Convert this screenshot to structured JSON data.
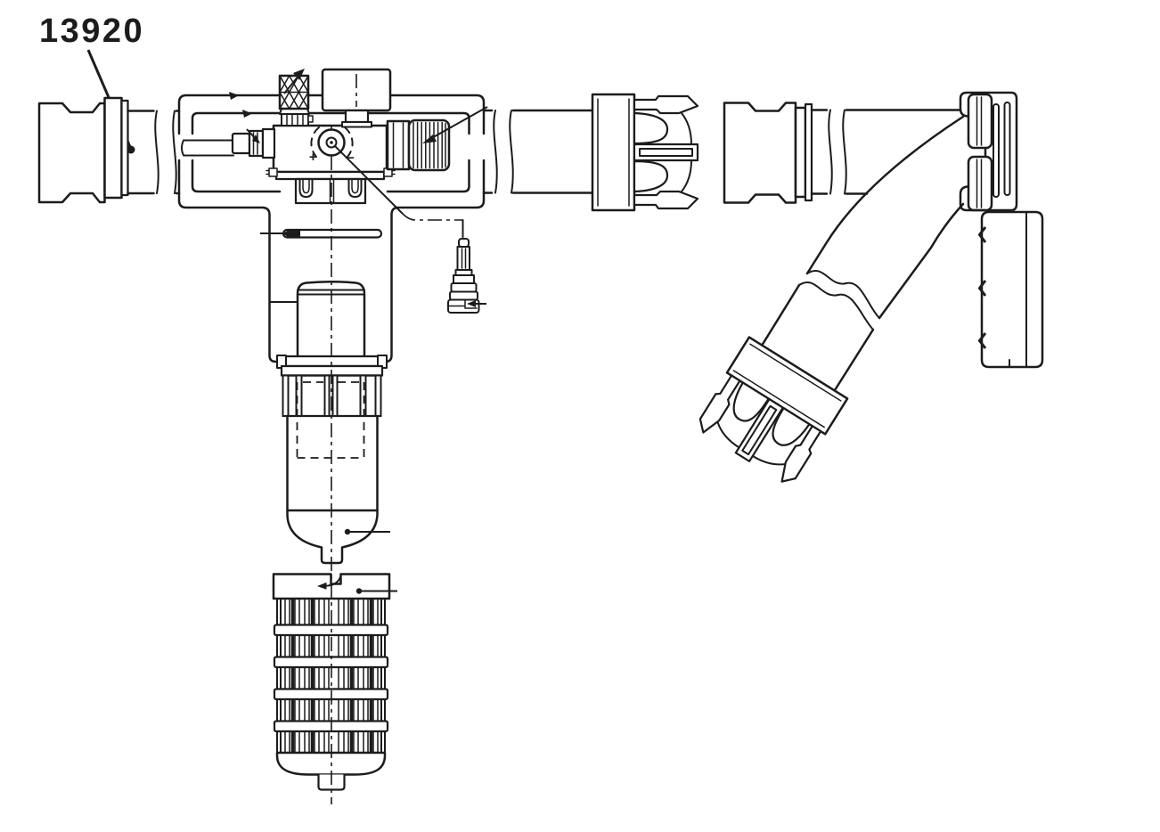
{
  "callout": {
    "part_number": "13920"
  },
  "dial_markings": {
    "plus": "+",
    "minus": "−"
  },
  "colors": {
    "line": "#1c1c1c",
    "background": "#ffffff"
  },
  "diagram": {
    "type": "exploded-parts-line-drawing",
    "views": 2,
    "parts": [
      {
        "name": "part-number-callout",
        "kind": "label"
      },
      {
        "name": "inlet-quick-connector",
        "kind": "quick connector on inlet hose"
      },
      {
        "name": "inlet-hose",
        "kind": "hose with break symbol"
      },
      {
        "name": "mounting-bracket",
        "kind": "strap bracket around filter head"
      },
      {
        "name": "hand-primer-pump",
        "kind": "knurled primer knob"
      },
      {
        "name": "filler-cap",
        "kind": "rectangular cap on head"
      },
      {
        "name": "filter-head",
        "kind": "filter head block"
      },
      {
        "name": "priming-dial",
        "kind": "rotary dial with plus/minus marking"
      },
      {
        "name": "inlet-fitting",
        "kind": "barbed fitting"
      },
      {
        "name": "outlet-fitting",
        "kind": "hex and knurled fitting"
      },
      {
        "name": "retaining-pin",
        "kind": "long pin with leader"
      },
      {
        "name": "filter-cartridge",
        "kind": "cylindrical element"
      },
      {
        "name": "water-in-fuel-sensor",
        "kind": "sensor probe"
      },
      {
        "name": "bowl-clamp",
        "kind": "castellated clamp collar"
      },
      {
        "name": "sediment-bowl",
        "kind": "bowl with hidden element dashed"
      },
      {
        "name": "drain-plug",
        "kind": "drain stub under bowl"
      },
      {
        "name": "strainer-element",
        "kind": "caged strainer with bands"
      },
      {
        "name": "outlet-hose",
        "kind": "hose with break symbol"
      },
      {
        "name": "quick-connector-clip",
        "kind": "barbed clip connector"
      },
      {
        "name": "molded-return-hose",
        "kind": "bent hose with break symbol"
      },
      {
        "name": "hose-clip-bracket",
        "kind": "clip bracket holding hose elbow"
      },
      {
        "name": "line-retainer-bar",
        "kind": "vertical retainer bar"
      }
    ]
  }
}
